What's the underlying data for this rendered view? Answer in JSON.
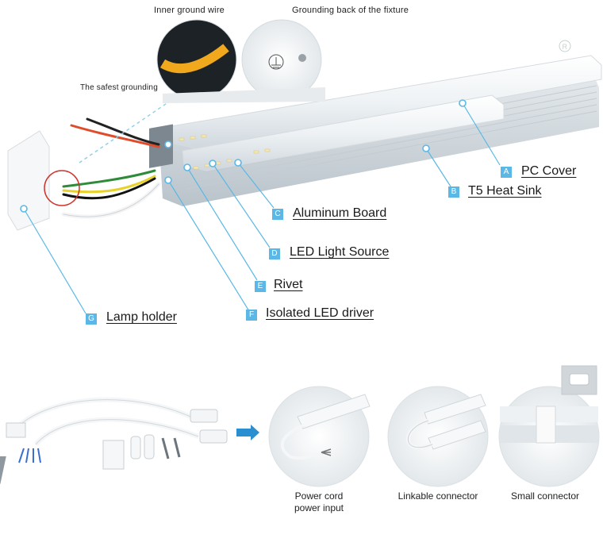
{
  "top_captions": {
    "inner_ground_wire": "Inner ground wire",
    "grounding_back": "Grounding back of the fixture",
    "safest_grounding": "The safest grounding"
  },
  "parts": [
    {
      "letter": "A",
      "label": "PC Cover"
    },
    {
      "letter": "B",
      "label": "T5 Heat Sink"
    },
    {
      "letter": "C",
      "label": "Aluminum Board"
    },
    {
      "letter": "D",
      "label": "LED Light Source"
    },
    {
      "letter": "E",
      "label": "Rivet"
    },
    {
      "letter": "F",
      "label": "Isolated LED driver"
    },
    {
      "letter": "G",
      "label": "Lamp holder"
    }
  ],
  "bottom_captions": {
    "power_cord_line1": "Power cord",
    "power_cord_line2": "power input",
    "linkable": "Linkable connector",
    "small": "Small connector"
  },
  "colors": {
    "accent": "#5bb8e6",
    "tube": "#e9eef1",
    "heatsink": "#d6dde3"
  }
}
